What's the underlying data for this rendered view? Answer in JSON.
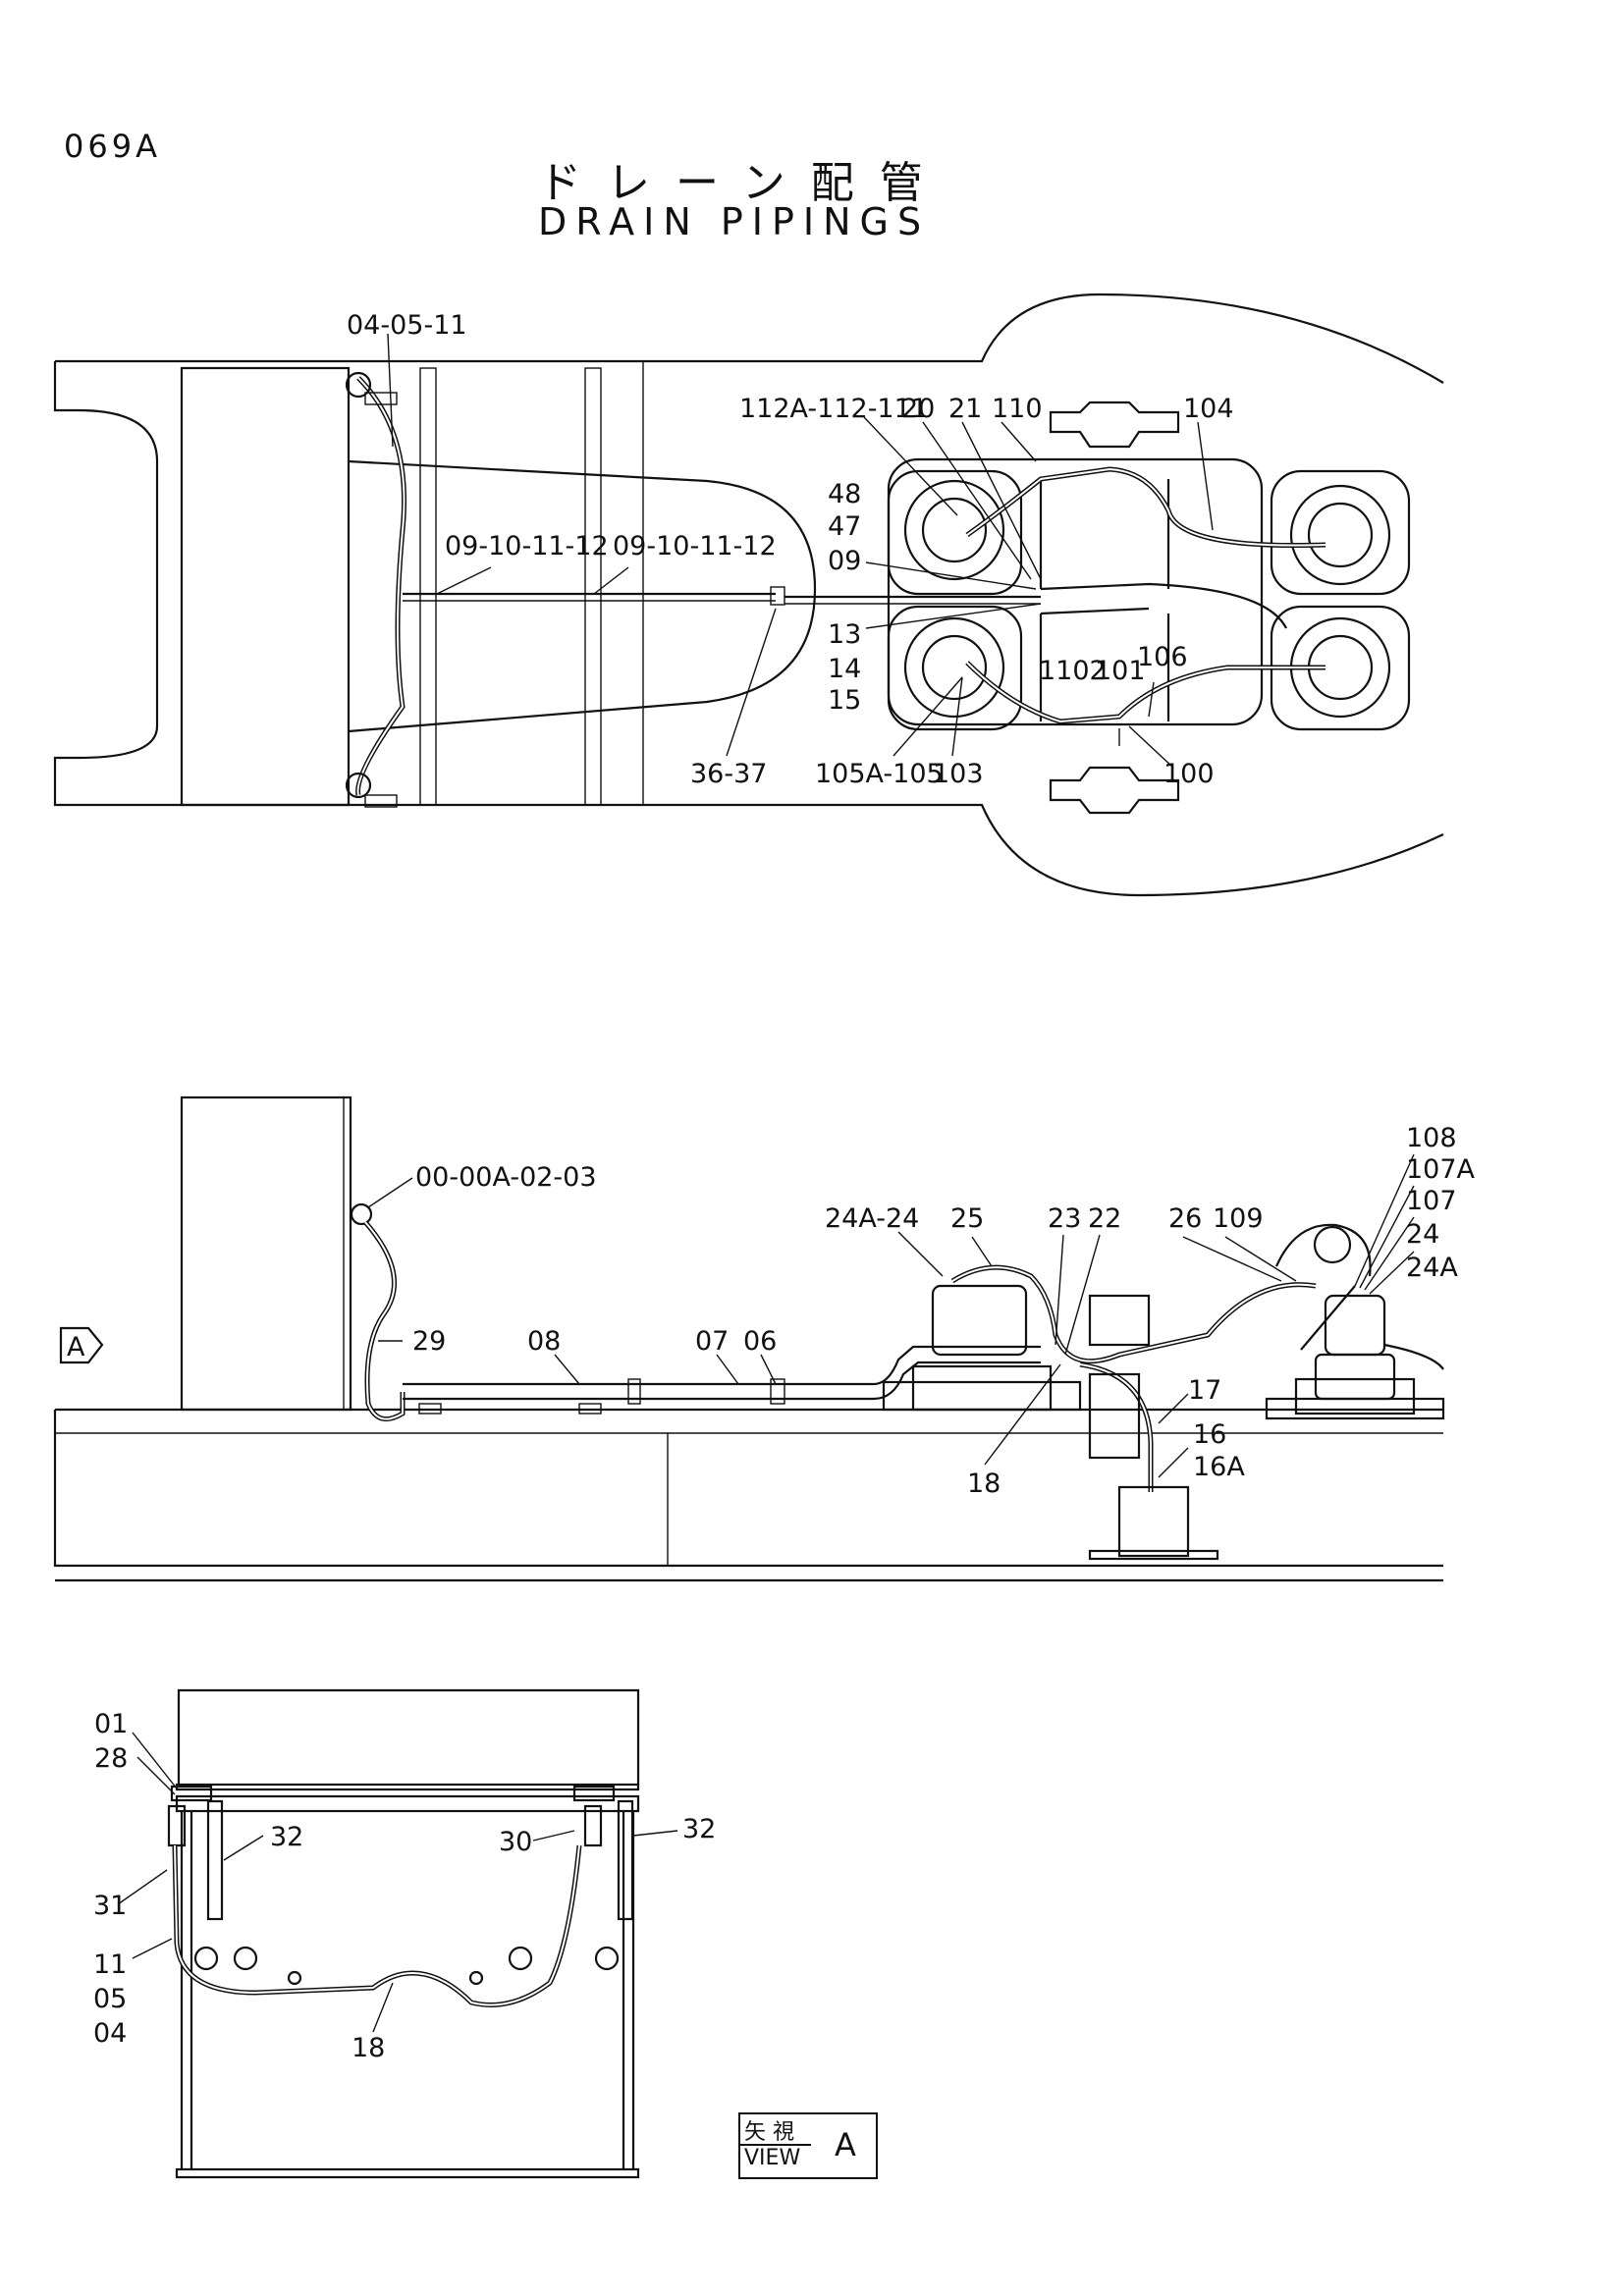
{
  "page_code": "069A",
  "title_jp": "ドレーン配管",
  "title_en": "DRAIN PIPINGS",
  "top_view": {
    "labels": [
      "04-05-11",
      "09-10-11-12",
      "09-10-11-12",
      "36-37",
      "112A-112-111",
      "20",
      "21",
      "110",
      "104",
      "48",
      "47",
      "09",
      "13",
      "14",
      "15",
      "1102",
      "101",
      "106",
      "105A-105",
      "103",
      "100"
    ]
  },
  "side_view": {
    "labels": [
      "00-00A-02-03",
      "29",
      "08",
      "07",
      "06",
      "24A-24",
      "25",
      "23",
      "22",
      "18",
      "26",
      "109",
      "108",
      "107A",
      "107",
      "24",
      "24A",
      "17",
      "16",
      "16A"
    ],
    "arrow_label": "A"
  },
  "view_a": {
    "labels": [
      "01",
      "28",
      "32",
      "31",
      "11",
      "05",
      "04",
      "30",
      "32",
      "18"
    ],
    "caption_jp": "矢 視",
    "caption_en": "VIEW",
    "caption_letter": "A"
  }
}
